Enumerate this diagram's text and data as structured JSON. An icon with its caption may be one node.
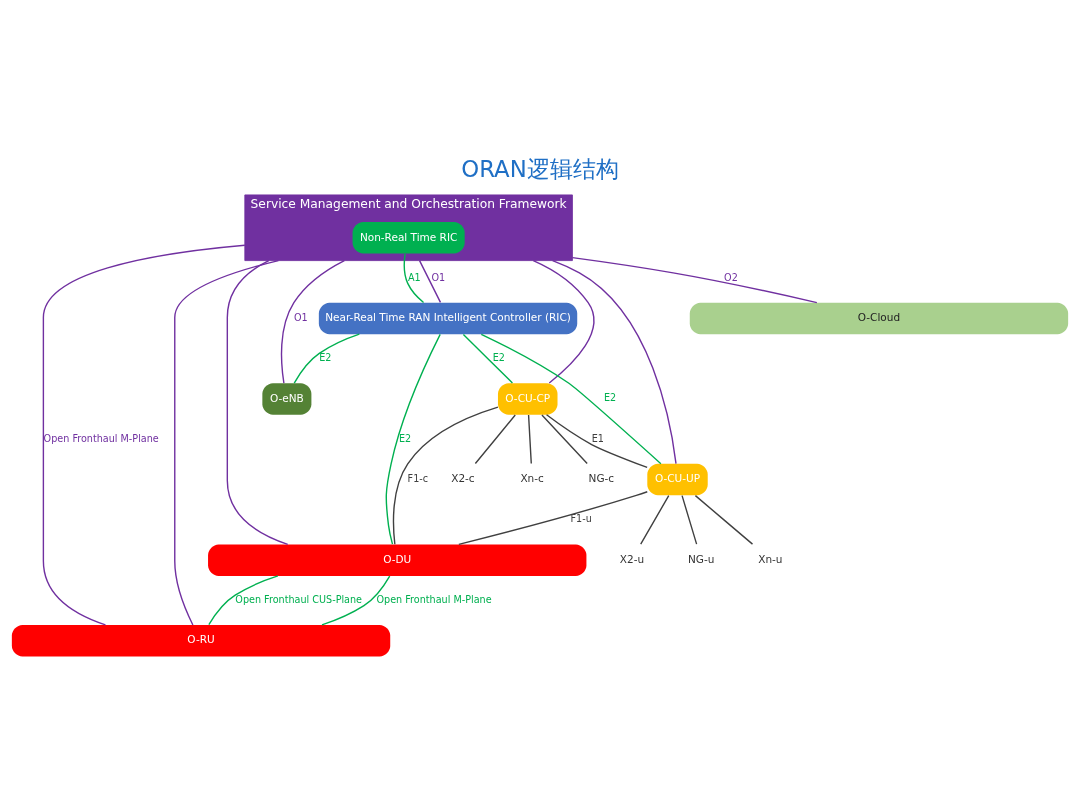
{
  "diagram": {
    "title": "ORAN逻辑结构",
    "nodes": [
      {
        "text": [
          "Service Management and Orchestration Framework"
        ]
      },
      {
        "text": [
          "Non-Real Time RIC"
        ],
        "in": 0
      },
      {
        "text": [
          "Near-Real Time RAN Intelligent Controller (RIC)"
        ]
      },
      {
        "text": [
          "O-eNB"
        ]
      },
      {
        "text": [
          "O-CU-CP"
        ]
      },
      {
        "text": [
          "O-CU-UP"
        ]
      },
      {
        "text": [
          "O-DU"
        ]
      },
      {
        "text": [
          "O-RU"
        ]
      },
      {
        "text": [
          "O-Cloud"
        ]
      },
      {
        "text": [
          "X2-c"
        ]
      },
      {
        "text": [
          "X2-u"
        ]
      },
      {
        "text": [
          "NG-u"
        ]
      },
      {
        "text": [
          "Xn-u"
        ]
      },
      {
        "text": [
          "Xn-c"
        ]
      },
      {
        "text": [
          "NG-c"
        ]
      }
    ],
    "edges": [
      {
        "from": 1,
        "to": 2,
        "arrow": "none",
        "label": "A1",
        "color": "#00b050"
      },
      {
        "from": 0,
        "to": 3,
        "arrow": "none",
        "label": "O1",
        "color": "#7030a0"
      },
      {
        "from": 2,
        "to": 3,
        "arrow": "none",
        "label": "E2",
        "color": "#00b050"
      },
      {
        "from": 2,
        "to": 4,
        "arrow": "none",
        "label": "E2",
        "color": "#00b050"
      },
      {
        "from": 2,
        "to": 5,
        "arrow": "none",
        "label": "E2",
        "color": "#00b050"
      },
      {
        "from": 2,
        "to": 6,
        "arrow": "none",
        "label": "E2",
        "color": "#00b050"
      },
      {
        "from": 4,
        "to": 5,
        "arrow": "none",
        "label": "E1"
      },
      {
        "from": 4,
        "to": 6,
        "arrow": "none",
        "label": "F1-c"
      },
      {
        "from": 5,
        "to": 6,
        "arrow": "none",
        "label": "F1-u"
      },
      {
        "from": 6,
        "to": 7,
        "arrow": "none",
        "label": "Open Fronthaul CUS-Plane",
        "color": "#00b050"
      },
      {
        "from": 6,
        "to": 7,
        "arrow": "none",
        "label": "Open Fronthaul M-Plane",
        "color": "#00b050"
      },
      {
        "from": 0,
        "to": 7,
        "arrow": "none",
        "label": "Open Fronthaul M-Plane",
        "color": "#7030a0"
      },
      {
        "from": 0,
        "to": 8,
        "arrow": "none",
        "label": "O2",
        "color": "#7030a0"
      },
      {
        "from": 0,
        "to": 2,
        "arrow": "none",
        "label": "O1",
        "color": "#7030a0"
      },
      {
        "from": 0,
        "to": 4,
        "arrow": "none",
        "color": "#7030a0"
      },
      {
        "from": 0,
        "to": 5,
        "arrow": "none",
        "color": "#7030a0"
      },
      {
        "from": 0,
        "to": 6,
        "arrow": "none",
        "color": "#7030a0"
      },
      {
        "from": 0,
        "to": 7,
        "arrow": "none",
        "color": "#7030a0"
      },
      {
        "from": 4,
        "to": 9,
        "arrow": "none"
      },
      {
        "from": 5,
        "to": 10,
        "arrow": "none"
      },
      {
        "from": 5,
        "to": 11,
        "arrow": "none"
      },
      {
        "from": 5,
        "to": 12,
        "arrow": "none"
      },
      {
        "from": 4,
        "to": 13,
        "arrow": "none"
      },
      {
        "from": 4,
        "to": 14,
        "arrow": "none"
      }
    ]
  }
}
